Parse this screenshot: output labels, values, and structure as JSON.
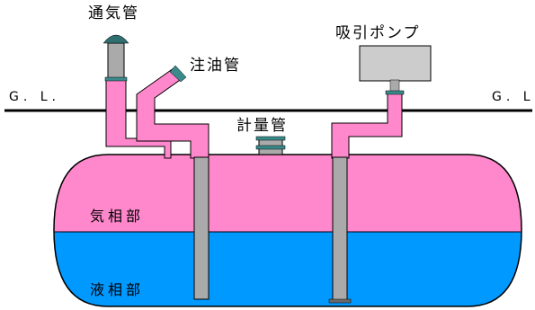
{
  "labels": {
    "vent_pipe": "通気管",
    "fill_pipe": "注油管",
    "gauge_pipe": "計量管",
    "suction_pump": "吸引ポンプ",
    "ground_left": "G. L.",
    "ground_right": "G. L",
    "vapor_zone": "気相部",
    "liquid_zone": "液相部"
  },
  "colors": {
    "pipe": "#ff88cc",
    "vapor": "#ff88cc",
    "liquid": "#0099ff",
    "pipe_outline": "#000000",
    "pump_body": "#cccccc",
    "vent_cap": "#2f6f70",
    "flange": "#3a8a8c",
    "inner_pipe": "#aaaaaa"
  }
}
